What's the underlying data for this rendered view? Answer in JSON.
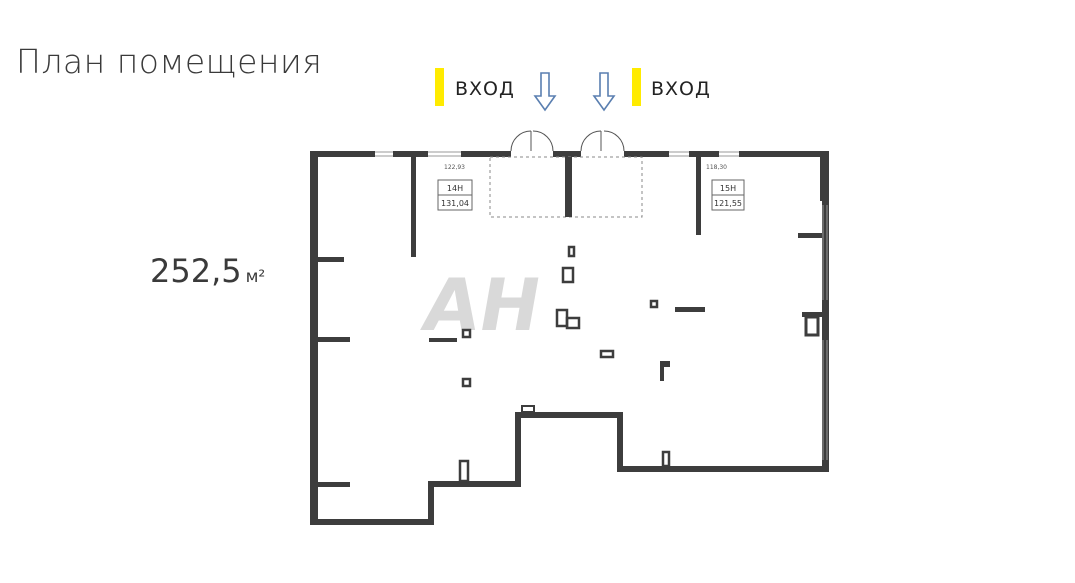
{
  "title": "План помещения",
  "area": {
    "value": "252,5",
    "unit": "м²"
  },
  "entrances": [
    {
      "label": "ВХОД",
      "marker_color": "#ffeb00"
    },
    {
      "label": "ВХОД",
      "marker_color": "#ffeb00"
    }
  ],
  "rooms": [
    {
      "code": "14Н",
      "area": "131,04"
    },
    {
      "code": "15Н",
      "area": "121,55"
    }
  ],
  "dimensions": [
    "122,93",
    "118,30"
  ],
  "watermark": "АН",
  "colors": {
    "wall": "#3d3d3d",
    "arrow": "#5a7fb0",
    "marker": "#ffeb00"
  }
}
